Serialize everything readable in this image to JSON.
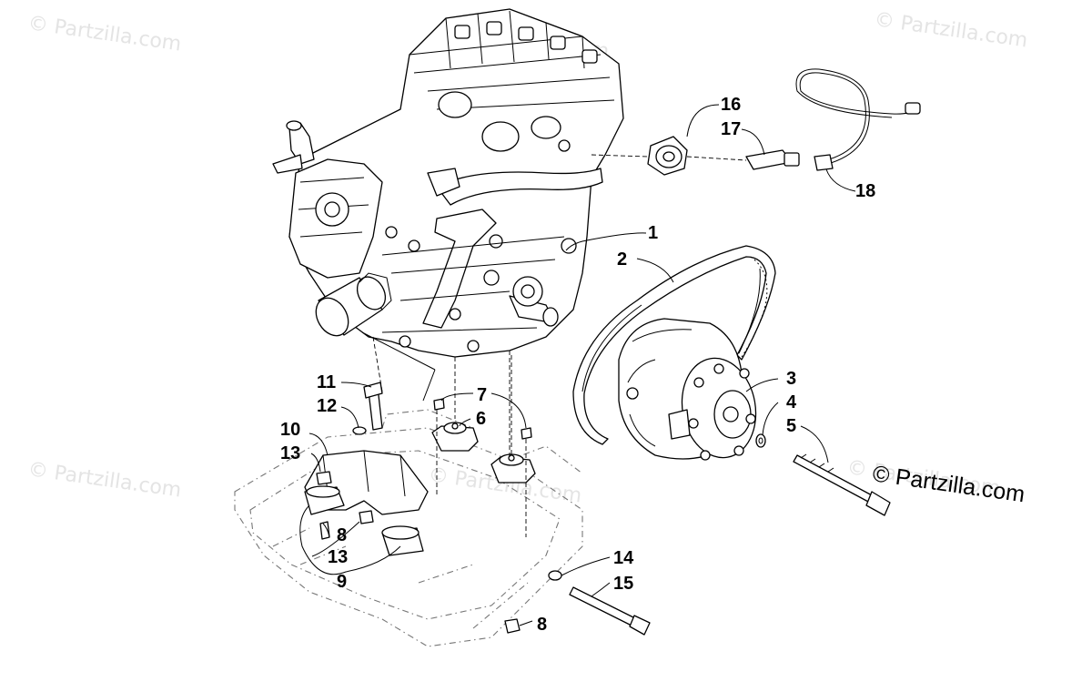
{
  "watermarks": {
    "tl": "© Partzilla.com",
    "tr": "© Partzilla.com",
    "ml": "© Partzilla.com",
    "mc": "© Partzilla.com",
    "mr": "© Partzilla.com",
    "bl": "© Partzilla.com"
  },
  "callouts": {
    "c1": "1",
    "c2": "2",
    "c3": "3",
    "c4": "4",
    "c5": "5",
    "c6": "6",
    "c7": "7",
    "c8a": "8",
    "c8b": "8",
    "c9": "9",
    "c10": "10",
    "c11": "11",
    "c12": "12",
    "c13a": "13",
    "c13b": "13",
    "c14": "14",
    "c15": "15",
    "c16": "16",
    "c17": "17",
    "c18": "18"
  },
  "colors": {
    "ink": "#000000",
    "watermark": "#e4e4e4",
    "frame": "#777777"
  }
}
